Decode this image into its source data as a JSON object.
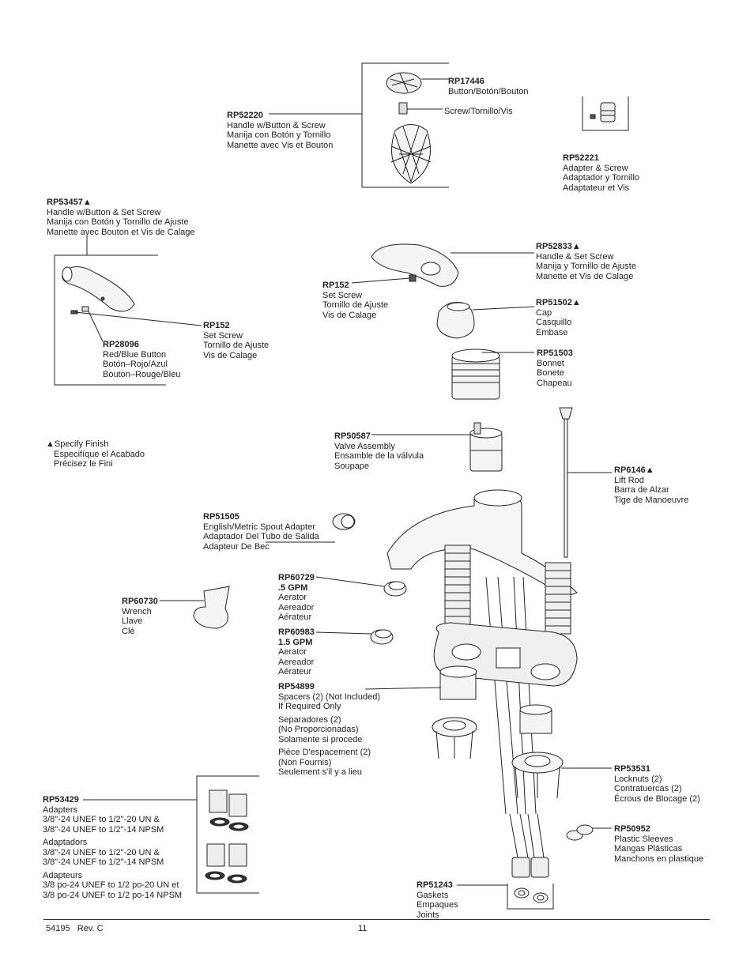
{
  "parts": {
    "rp17446": {
      "num": "RP17446",
      "lines": [
        "Button/Botón/Bouton"
      ]
    },
    "screw": {
      "lines": [
        "Screw/Tornillo/Vis"
      ]
    },
    "rp52220": {
      "num": "RP52220",
      "lines": [
        "Handle w/Button & Screw",
        "Manija con Botón y Tornillo",
        "Manette avec Vis et Bouton"
      ]
    },
    "rp52221": {
      "num": "RP52221",
      "lines": [
        "Adapter & Screw",
        "Adaptador y Tornillo",
        "Adaptateur et Vis"
      ]
    },
    "rp53457": {
      "num": "RP53457▲",
      "lines": [
        "Handle w/Button & Set Screw",
        "Manija con Botón y Tornillo de Ajuste",
        "Manette avec Bouton et Vis de Calage"
      ]
    },
    "rp52833": {
      "num": "RP52833▲",
      "lines": [
        "Handle & Set Screw",
        "Manija y Tornillo de Ajuste",
        "Manette et Vis de Calage"
      ]
    },
    "rp152a": {
      "num": "RP152",
      "lines": [
        "Set Screw",
        "Tornillo de Ajuste",
        "Vis de Calage"
      ]
    },
    "rp51502": {
      "num": "RP51502▲",
      "lines": [
        "Cap",
        "Casquillo",
        "Embase"
      ]
    },
    "rp152b": {
      "num": "RP152",
      "lines": [
        "Set Screw",
        "Tornillo de Ajuste",
        "Vis de Calage"
      ]
    },
    "rp28096": {
      "num": "RP28096",
      "lines": [
        "Red/Blue Button",
        "Botón–Rojo/Azul",
        "Bouton–Rouge/Bleu"
      ]
    },
    "rp51503": {
      "num": "RP51503",
      "lines": [
        "Bonnet",
        "Bonete",
        "Chapeau"
      ]
    },
    "finish": {
      "lines": [
        "▲Specify Finish",
        "Especifíque el Acabado",
        "Précisez le Fini"
      ]
    },
    "rp50587": {
      "num": "RP50587",
      "lines": [
        "Valve Assembly",
        "Ensamble de la válvula",
        "Soupape"
      ]
    },
    "rp6146": {
      "num": "RP6146▲",
      "lines": [
        "Lift Rod",
        "Barra de Alzar",
        "Tige de Manoeuvre"
      ]
    },
    "rp51505": {
      "num": "RP51505",
      "lines": [
        "English/Metric Spout Adapter",
        "Adaptador Del Tubo de Salida",
        "Adapteur De Bec"
      ]
    },
    "rp60729": {
      "num": "RP60729",
      "num2": ".5 GPM",
      "lines": [
        "Aerator",
        "Aereador",
        "Aérateur"
      ]
    },
    "rp60730": {
      "num": "RP60730",
      "lines": [
        "Wrench",
        "Llave",
        "Clé"
      ]
    },
    "rp60983": {
      "num": "RP60983",
      "num2": "1.5 GPM",
      "lines": [
        "Aerator",
        "Aereador",
        "Aérateur"
      ]
    },
    "rp54899": {
      "num": "RP54899",
      "lines": [
        "Spacers (2) (Not Included)",
        "If Required Only"
      ],
      "lines2": [
        "Separadores (2)",
        "(No Proporcionadas)",
        "Solamente si procede"
      ],
      "lines3": [
        "Pièce D'espacement (2)",
        "(Non Fournis)",
        "Seulement s'il y a lieu"
      ]
    },
    "rp53531": {
      "num": "RP53531",
      "lines": [
        "Locknuts (2)",
        "Contratuercas (2)",
        "Écrous de Blocage (2)"
      ]
    },
    "rp53429": {
      "num": "RP53429",
      "lines": [
        "Adapters",
        "3/8\"-24 UNEF to 1/2\"-20 UN &",
        "3/8\"-24 UNEF to 1/2\"-14 NPSM"
      ],
      "lines2": [
        "Adaptadors",
        "3/8\"-24 UNEF to 1/2\"-20 UN &",
        "3/8\"-24 UNEF to 1/2\"-14 NPSM"
      ],
      "lines3": [
        "Adapteurs",
        "3/8 po-24 UNEF to 1/2 po-20 UN et",
        "3/8 po-24 UNEF to 1/2 po-14 NPSM"
      ]
    },
    "rp50952": {
      "num": "RP50952",
      "lines": [
        "Plastic Sleeves",
        "Mangas Plásticas",
        "Manchons en plastique"
      ]
    },
    "rp51243": {
      "num": "RP51243",
      "lines": [
        "Gaskets",
        "Empaques",
        "Joints"
      ]
    }
  },
  "footer": {
    "doc": "54195   Rev. C",
    "page": "11"
  }
}
